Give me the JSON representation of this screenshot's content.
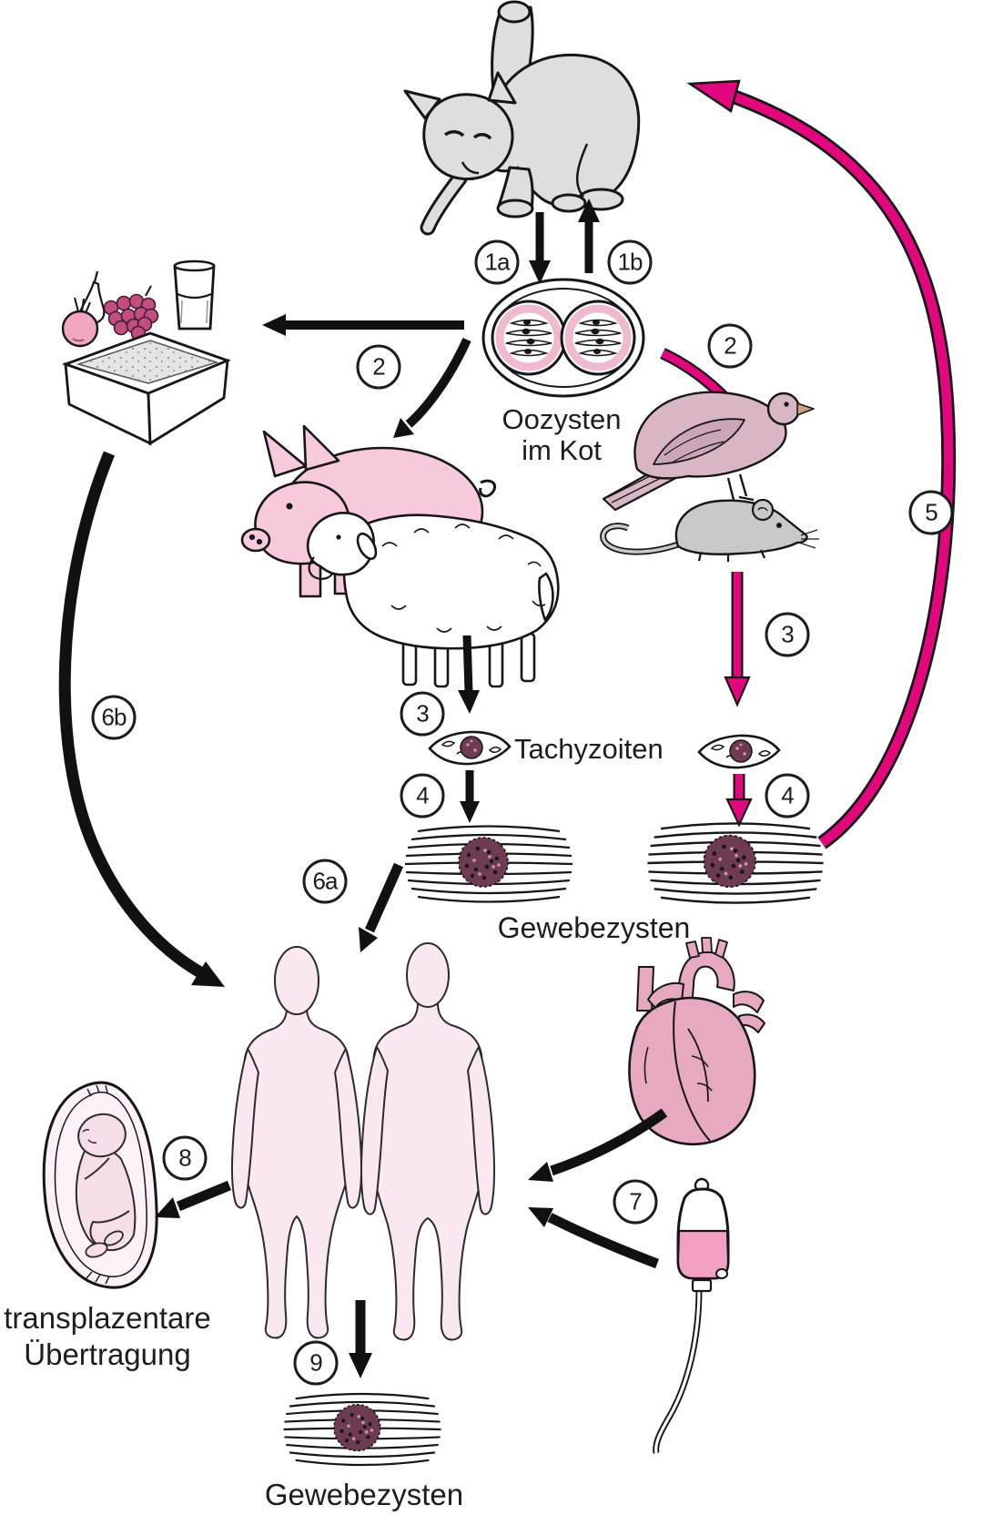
{
  "labels": {
    "oocysts_in_feces_line1": "Oozysten",
    "oocysts_in_feces_line2": "im Kot",
    "tachyzoites": "Tachyzoiten",
    "tissue_cysts_middle": "Gewebezysten",
    "transplacental_line1": "transplazentare",
    "transplacental_line2": "Übertragung",
    "tissue_cysts_bottom": "Gewebezysten"
  },
  "steps": {
    "s1a": "1a",
    "s1b": "1b",
    "s2_left": "2",
    "s2_right": "2",
    "s3_left": "3",
    "s3_right": "3",
    "s4_left": "4",
    "s4_right": "4",
    "s5": "5",
    "s6a": "6a",
    "s6b": "6b",
    "s7": "7",
    "s8": "8",
    "s9": "9"
  },
  "colors": {
    "accent_pink": "#E2077D",
    "text": "#1D1D1B",
    "cat_grey": "#DDE0DA",
    "pig_pink": "#F7C9DC",
    "pigeon_mauve": "#D9B6C6",
    "pigeon_wing": "#CBA6B8",
    "mouse_grey": "#C8CAC5",
    "human_pink": "#FAE8F0",
    "cyst_maroon": "#6E3C52",
    "oocyst_ring_pink": "#EFB9CE",
    "heart_pink": "#E7A8C2",
    "blood_pink": "#F2A0C1",
    "grape_magenta": "#C14E7E",
    "apple_pink": "#F2A5C1",
    "sand_grey": "#E3E5E1",
    "fetus_pink": "#F6DEE9"
  }
}
